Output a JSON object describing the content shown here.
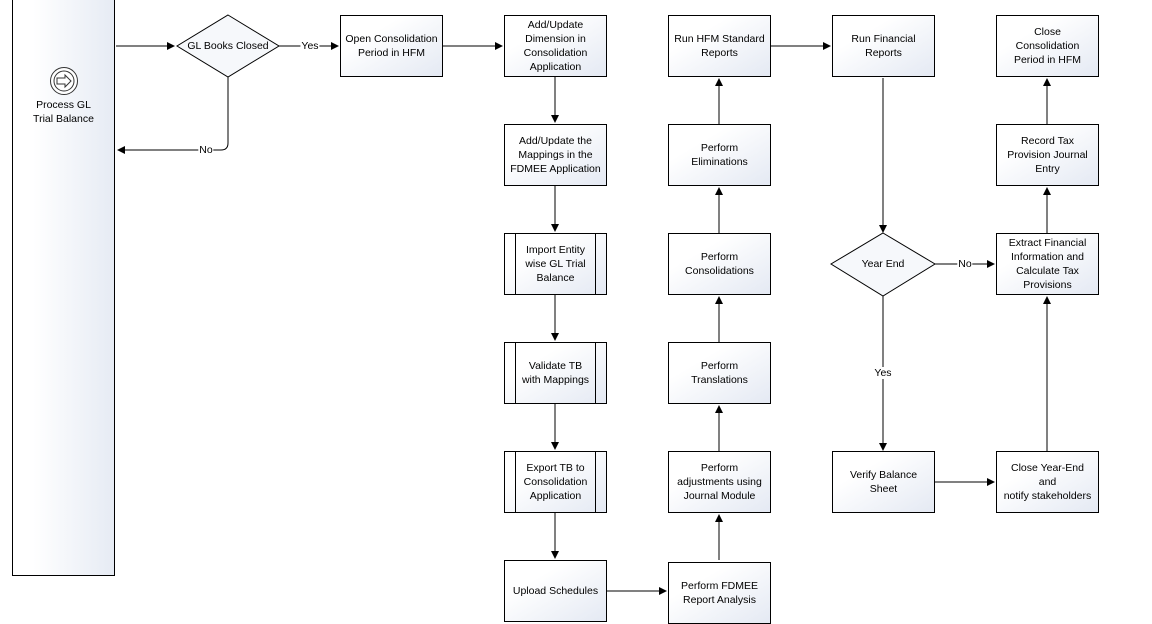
{
  "lane": {
    "label": "Process GL\nTrial Balance"
  },
  "nodes": {
    "gl_books_closed": "GL Books Closed",
    "open_period": "Open Consolidation\nPeriod in HFM",
    "add_dimension": "Add/Update\nDimension in\nConsolidation\nApplication",
    "update_mappings": "Add/Update the\nMappings in the\nFDMEE Application",
    "import_tb": "Import Entity\nwise GL Trial\nBalance",
    "validate_tb": "Validate TB\nwith Mappings",
    "export_tb": "Export TB to\nConsolidation\nApplication",
    "upload_schedules": "Upload Schedules",
    "fdmee_analysis": "Perform FDMEE\nReport Analysis",
    "adjustments": "Perform\nadjustments using\nJournal Module",
    "translations": "Perform\nTranslations",
    "consolidations": "Perform\nConsolidations",
    "eliminations": "Perform\nEliminations",
    "hfm_reports": "Run HFM Standard\nReports",
    "financial_reports": "Run Financial\nReports",
    "year_end": "Year End",
    "verify_bs": "Verify Balance Sheet",
    "close_year_end": "Close  Year-End and\nnotify stakeholders",
    "extract_info": "Extract Financial\nInformation and\nCalculate Tax\nProvisions",
    "record_tax": "Record Tax\nProvision Journal\nEntry",
    "close_period": "Close Consolidation\nPeriod in HFM"
  },
  "edge_labels": {
    "gl_yes": "Yes",
    "gl_no": "No",
    "ye_no": "No",
    "ye_yes": "Yes"
  },
  "colors": {
    "line": "#000000",
    "fill_start": "#ffffff",
    "fill_end": "#e4e9f3"
  },
  "icons": {
    "lane_icon": "arrow-circle-icon"
  }
}
